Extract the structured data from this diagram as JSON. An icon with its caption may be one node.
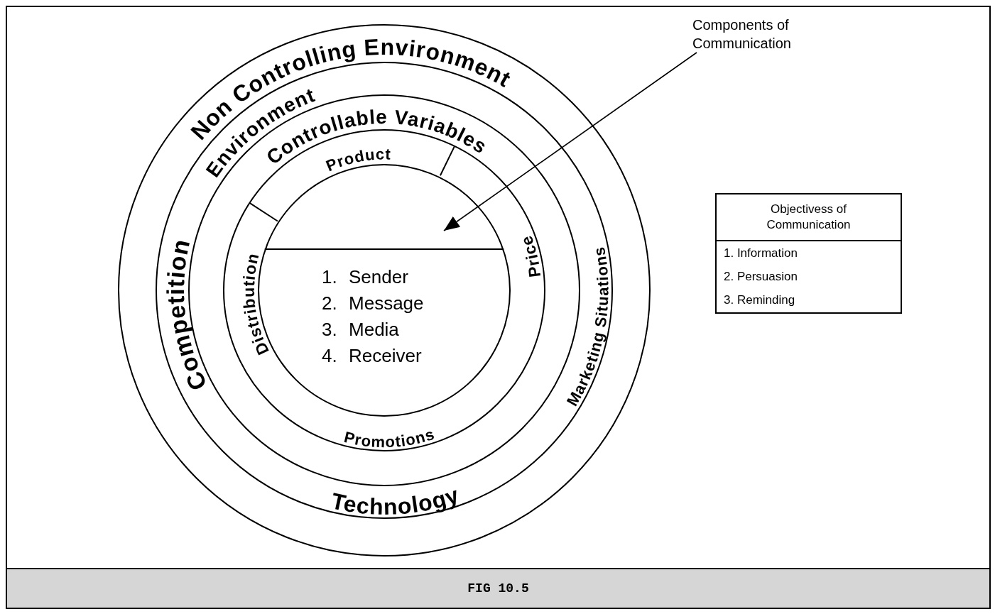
{
  "diagram": {
    "caption": "FIG 10.5",
    "nodes": [
      {
        "text": [],
        "shape": "circle"
      },
      {
        "text": [],
        "shape": "circle",
        "in": 0
      },
      {
        "text": [],
        "shape": "circle",
        "in": 1
      },
      {
        "text": [],
        "shape": "circle",
        "in": 2
      },
      {
        "text": [
          "1. Sender",
          "2. Message",
          "3. Media",
          "4. Receiver"
        ],
        "in": 3
      },
      {
        "text": [
          "Components of Communication"
        ]
      },
      {
        "text": [
          "Objectivess of Communication",
          "1. Information",
          "2. Persuasion",
          "3. Reminding"
        ]
      }
    ],
    "edges": [
      {
        "from": 5,
        "to": 4,
        "arrow": "to"
      }
    ],
    "labels": [
      "Non Controlling Environment",
      "Environment",
      "Controllable Variables",
      "Product",
      "Competition",
      "Distribution",
      "Price",
      "Marketing Situations",
      "Promotions",
      "Technology"
    ]
  }
}
